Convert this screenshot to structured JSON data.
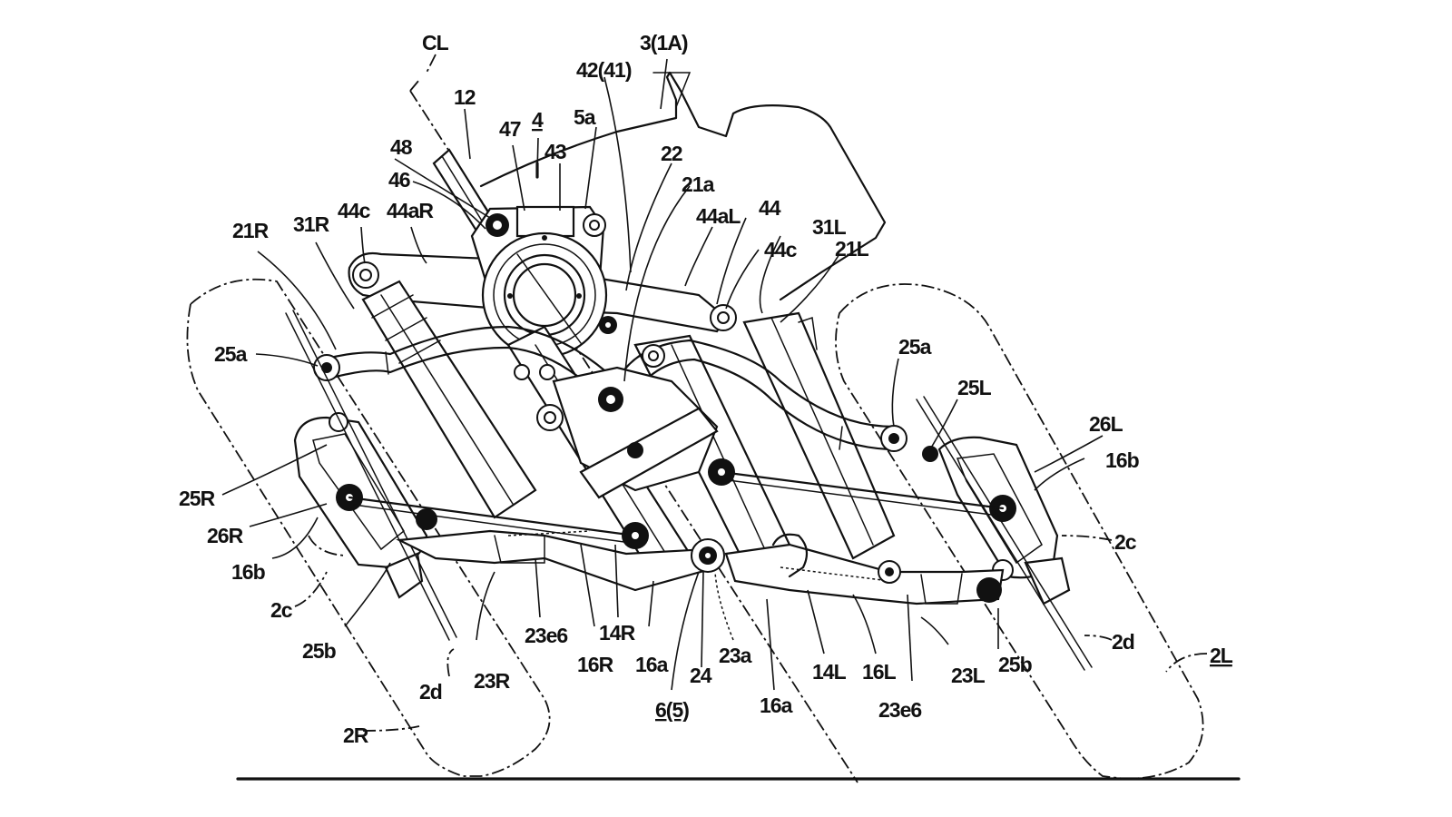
{
  "figure": {
    "type": "patent-drawing",
    "subject": "leaning vehicle front wheel suspension and linkage mechanism, front view, vehicle leaning",
    "ink_color": "#111111",
    "paper_color": "#ffffff"
  },
  "labels": {
    "CL": "CL",
    "ref_12": "12",
    "ref_4": "4",
    "ref_3_1A": "3(1A)",
    "ref_42_41": "42(41)",
    "ref_47": "47",
    "ref_43": "43",
    "ref_5a": "5a",
    "ref_48": "48",
    "ref_46": "46",
    "ref_22": "22",
    "ref_21a": "21a",
    "ref_21R": "21R",
    "ref_31R": "31R",
    "ref_44c_R": "44c",
    "ref_44aR": "44aR",
    "ref_44aL": "44aL",
    "ref_44": "44",
    "ref_44c_L": "44c",
    "ref_31L": "31L",
    "ref_21L": "21L",
    "ref_25a_R": "25a",
    "ref_25a_L": "25a",
    "ref_25L": "25L",
    "ref_26L": "26L",
    "ref_16b_L": "16b",
    "ref_2c_L": "2c",
    "ref_2d_L": "2d",
    "ref_2L": "2L",
    "ref_25b_L": "25b",
    "ref_23L": "23L",
    "ref_23e6_L": "23e6",
    "ref_25R": "25R",
    "ref_26R": "26R",
    "ref_16b_R": "16b",
    "ref_2c_R": "2c",
    "ref_25b_R": "25b",
    "ref_2d_R": "2d",
    "ref_23R": "23R",
    "ref_23e6_R": "23e6",
    "ref_2R": "2R",
    "ref_16R": "16R",
    "ref_14R": "14R",
    "ref_16a_1": "16a",
    "ref_24": "24",
    "ref_6_5": "6(5)",
    "ref_23a": "23a",
    "ref_16a_2": "16a",
    "ref_14L": "14L",
    "ref_16L": "16L"
  },
  "components": [
    {
      "ref": "2R",
      "name": "right front wheel"
    },
    {
      "ref": "2L",
      "name": "left front wheel"
    },
    {
      "ref": "6(5)",
      "name": "steering / linkage assembly"
    },
    {
      "ref": "44",
      "name": "upper arm"
    },
    {
      "ref": "23R",
      "name": "right lower arm"
    },
    {
      "ref": "23L",
      "name": "left lower arm"
    },
    {
      "ref": "CL",
      "name": "vehicle center line"
    }
  ]
}
